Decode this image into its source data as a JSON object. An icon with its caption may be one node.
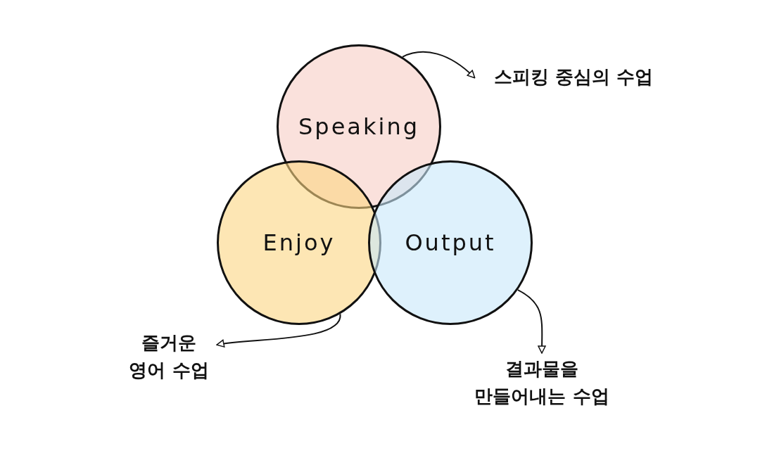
{
  "diagram": {
    "nodes": [
      {
        "text": [
          "Speaking"
        ]
      },
      {
        "text": [
          "Enjoy"
        ]
      },
      {
        "text": [
          "Output"
        ]
      },
      {
        "text": [
          "스피킹 중심의 수업"
        ]
      },
      {
        "text": [
          "즐거운 영어 수업"
        ]
      },
      {
        "text": [
          "결과물을 만들어내는 수업"
        ]
      }
    ],
    "edges": [
      {
        "from": 0,
        "to": 3,
        "arrow": "to"
      },
      {
        "from": 1,
        "to": 4,
        "arrow": "to"
      },
      {
        "from": 2,
        "to": 5,
        "arrow": "to"
      }
    ]
  }
}
